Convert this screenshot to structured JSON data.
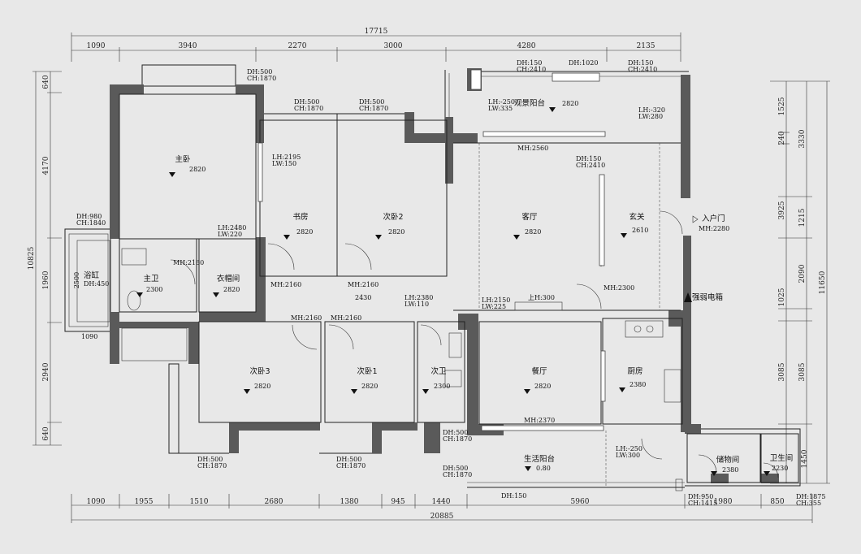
{
  "dims_top": {
    "total": "17715",
    "segments": [
      "1090",
      "3940",
      "2270",
      "3000",
      "4280",
      "2135"
    ]
  },
  "dims_bottom": {
    "total": "20885",
    "segments": [
      "1090",
      "1955",
      "1510",
      "2680",
      "1380",
      "945",
      "1440",
      "5960",
      "1980",
      "850"
    ]
  },
  "dims_left": {
    "total": "10825",
    "segments": [
      "640",
      "4170",
      "1960",
      "2940",
      "640"
    ],
    "inner": "2500",
    "bath_w": "1090"
  },
  "dims_right": {
    "total": "11650",
    "col1": [
      "1525",
      "240",
      "3925",
      "1215",
      "2090",
      "1025",
      "3085",
      "1450"
    ],
    "col2": [
      "3330",
      "3085"
    ]
  },
  "rooms": [
    {
      "name": "主卧",
      "h": "2820"
    },
    {
      "name": "书房",
      "h": "2820"
    },
    {
      "name": "次卧2",
      "h": "2820"
    },
    {
      "name": "客厅",
      "h": "2820"
    },
    {
      "name": "玄关",
      "h": "2610"
    },
    {
      "name": "主卫",
      "h": "2300"
    },
    {
      "name": "衣帽间",
      "h": "2820"
    },
    {
      "name": "次卧3",
      "h": "2820"
    },
    {
      "name": "次卧1",
      "h": "2820"
    },
    {
      "name": "次卫",
      "h": "2300"
    },
    {
      "name": "餐厅",
      "h": "2820"
    },
    {
      "name": "厨房",
      "h": "2380"
    },
    {
      "name": "生活阳台",
      "h": "0.80"
    },
    {
      "name": "储物间",
      "h": "2380"
    },
    {
      "name": "卫生间",
      "h": "2230"
    },
    {
      "name": "观景阳台",
      "h": "2820"
    }
  ],
  "notes": {
    "bathtub": "浴缸",
    "bathtub_dh": "DH:450",
    "entry_door": "入户门",
    "entry_mh": "MH:2280",
    "panel": "强弱电箱",
    "up_h": "上H:300",
    "n1": "2430"
  },
  "openings": [
    "DH:500",
    "CH:1870",
    "DH:150",
    "CH:2410",
    "DH:1020",
    "DH:150",
    "CH:2410",
    "DH:980",
    "CH:1840",
    "LH:-250",
    "LW:335",
    "LH:-320",
    "LW:280",
    "MH:2560",
    "LH:2195",
    "LW:150",
    "LH:2480",
    "LW:220",
    "MH:2160",
    "MH:2160",
    "MH:2160",
    "MH:2160",
    "MH:2160",
    "MH:2300",
    "LH:2380",
    "LW:110",
    "LH:2150",
    "LW:225",
    "MH:2370",
    "LH:-250",
    "LW:300",
    "DH:150",
    "DH:950",
    "CH:1415",
    "DH:1875",
    "CH:355",
    "DH:500",
    "CH:1870",
    "DH:500",
    "CH:1870",
    "DH:500",
    "CH:1870",
    "DH:500",
    "CH:1870",
    "DH:500",
    "CH:1870",
    "DH:500",
    "CH:1870",
    "DH:150",
    "CH:2410"
  ]
}
